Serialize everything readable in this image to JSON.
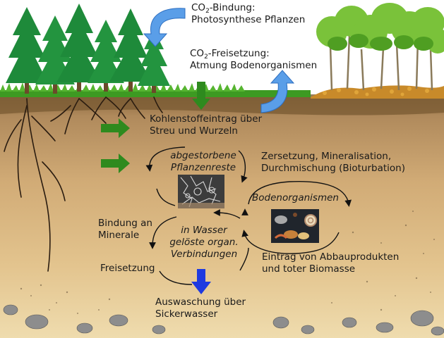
{
  "labels": {
    "co2_binding": {
      "pre": "CO",
      "sub": "2",
      "post": "-Bindung:",
      "line2": "Photosynthese Pflanzen"
    },
    "co2_release": {
      "pre": "CO",
      "sub": "2",
      "post": "-Freisetzung:",
      "line2": "Atmung Bodenorganismen"
    },
    "carbon_input": [
      "Kohlenstoffeintrag über",
      "Streu und Wurzeln"
    ],
    "dead_plant": [
      "abgestorbene",
      "Pflanzenreste"
    ],
    "decomposition": [
      "Zersetzung, Mineralisation,",
      "Durchmischung (Bioturbation)"
    ],
    "soil_organisms": "Bodenorganismen",
    "mineral_binding": [
      "Bindung an",
      "Minerale"
    ],
    "dissolved": [
      "in Wasser",
      "gelöste organ.",
      "Verbindungen"
    ],
    "release": "Freisetzung",
    "degradation_input": [
      "Eintrag von Abbauprodukten",
      "und toter Biomasse"
    ],
    "leaching": [
      "Auswaschung über",
      "Sickerwasser"
    ]
  },
  "colors": {
    "sky": "#ffffff",
    "topsoil": "#8a6a3f",
    "soil_mid": "#cfa874",
    "soil_deep": "#ead3a0",
    "grass": "#3d9a22",
    "conifer": "#1e8a3a",
    "green_arrow": "#2e8a1e",
    "blue_arrow": "#5a9ee8",
    "leach_arrow": "#1e3ae0"
  }
}
